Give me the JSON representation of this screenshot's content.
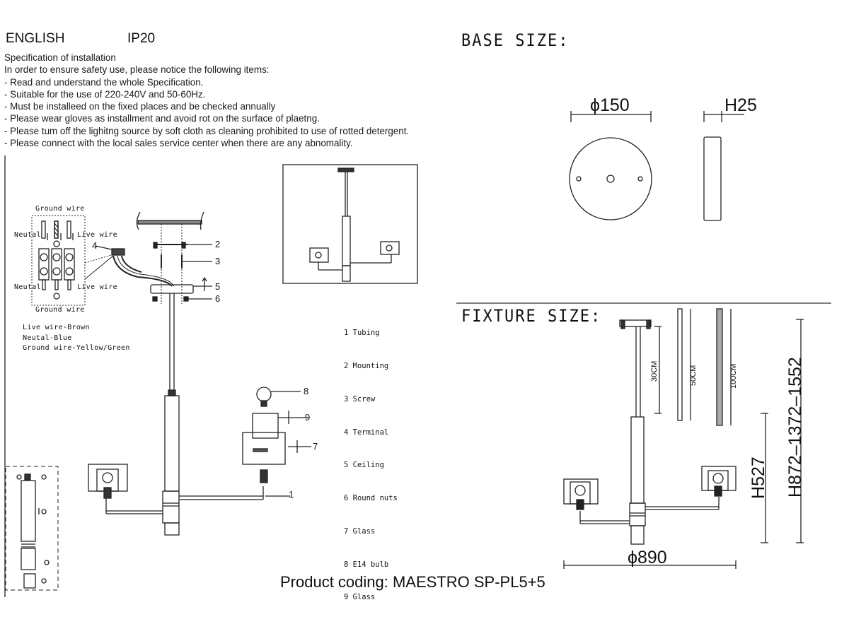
{
  "header": {
    "language": "ENGLISH",
    "ip_rating": "IP20"
  },
  "specification": {
    "title": "Specification of installation",
    "intro": "In order to ensure safety use, please notice the following items:",
    "items": [
      "- Read and understand the whole Specification.",
      "- Suitable for the use of 220-240V and 50-60Hz.",
      "- Must be installeed on the fixed places and be checked annually",
      "- Please wear gloves as installment and avoid rot on the surface of plaetng.",
      "- Please tum off the lighitng source by soft cloth as cleaning prohibited to use of rotted detergent.",
      "- Please connect with the local sales service center when there are any abnomality."
    ]
  },
  "wiring": {
    "ground_wire_top": "Ground wire",
    "ground_wire_bottom": "Ground wire",
    "neutral_top": "Neutal",
    "neutral_bottom": "Neutal",
    "live_top": "Live wire",
    "live_bottom": "Live wire",
    "color_codes": [
      "Live wire-Brown",
      "Neutal-Blue",
      "Ground wire-Yellow/Green"
    ]
  },
  "callouts": [
    "1",
    "2",
    "3",
    "4",
    "5",
    "6",
    "7",
    "8",
    "9"
  ],
  "parts_legend": [
    "1 Tubing",
    "2 Mounting",
    "3 Screw",
    "4 Terminal",
    "5 Ceiling",
    "6 Round nuts",
    "7 Glass",
    "8 E14 bulb",
    "9 Glass"
  ],
  "base_size": {
    "title": "BASE SIZE:",
    "diameter": "ϕ150",
    "height": "H25"
  },
  "fixture_size": {
    "title": "FIXTURE SIZE:",
    "rod_30": "30CM",
    "rod_50": "50CM",
    "chain_100": "100CM",
    "body_height": "H527",
    "total_height": "H872–1372–1552",
    "diameter": "ϕ890"
  },
  "product_coding": "Product coding: MAESTRO SP-PL5+5"
}
